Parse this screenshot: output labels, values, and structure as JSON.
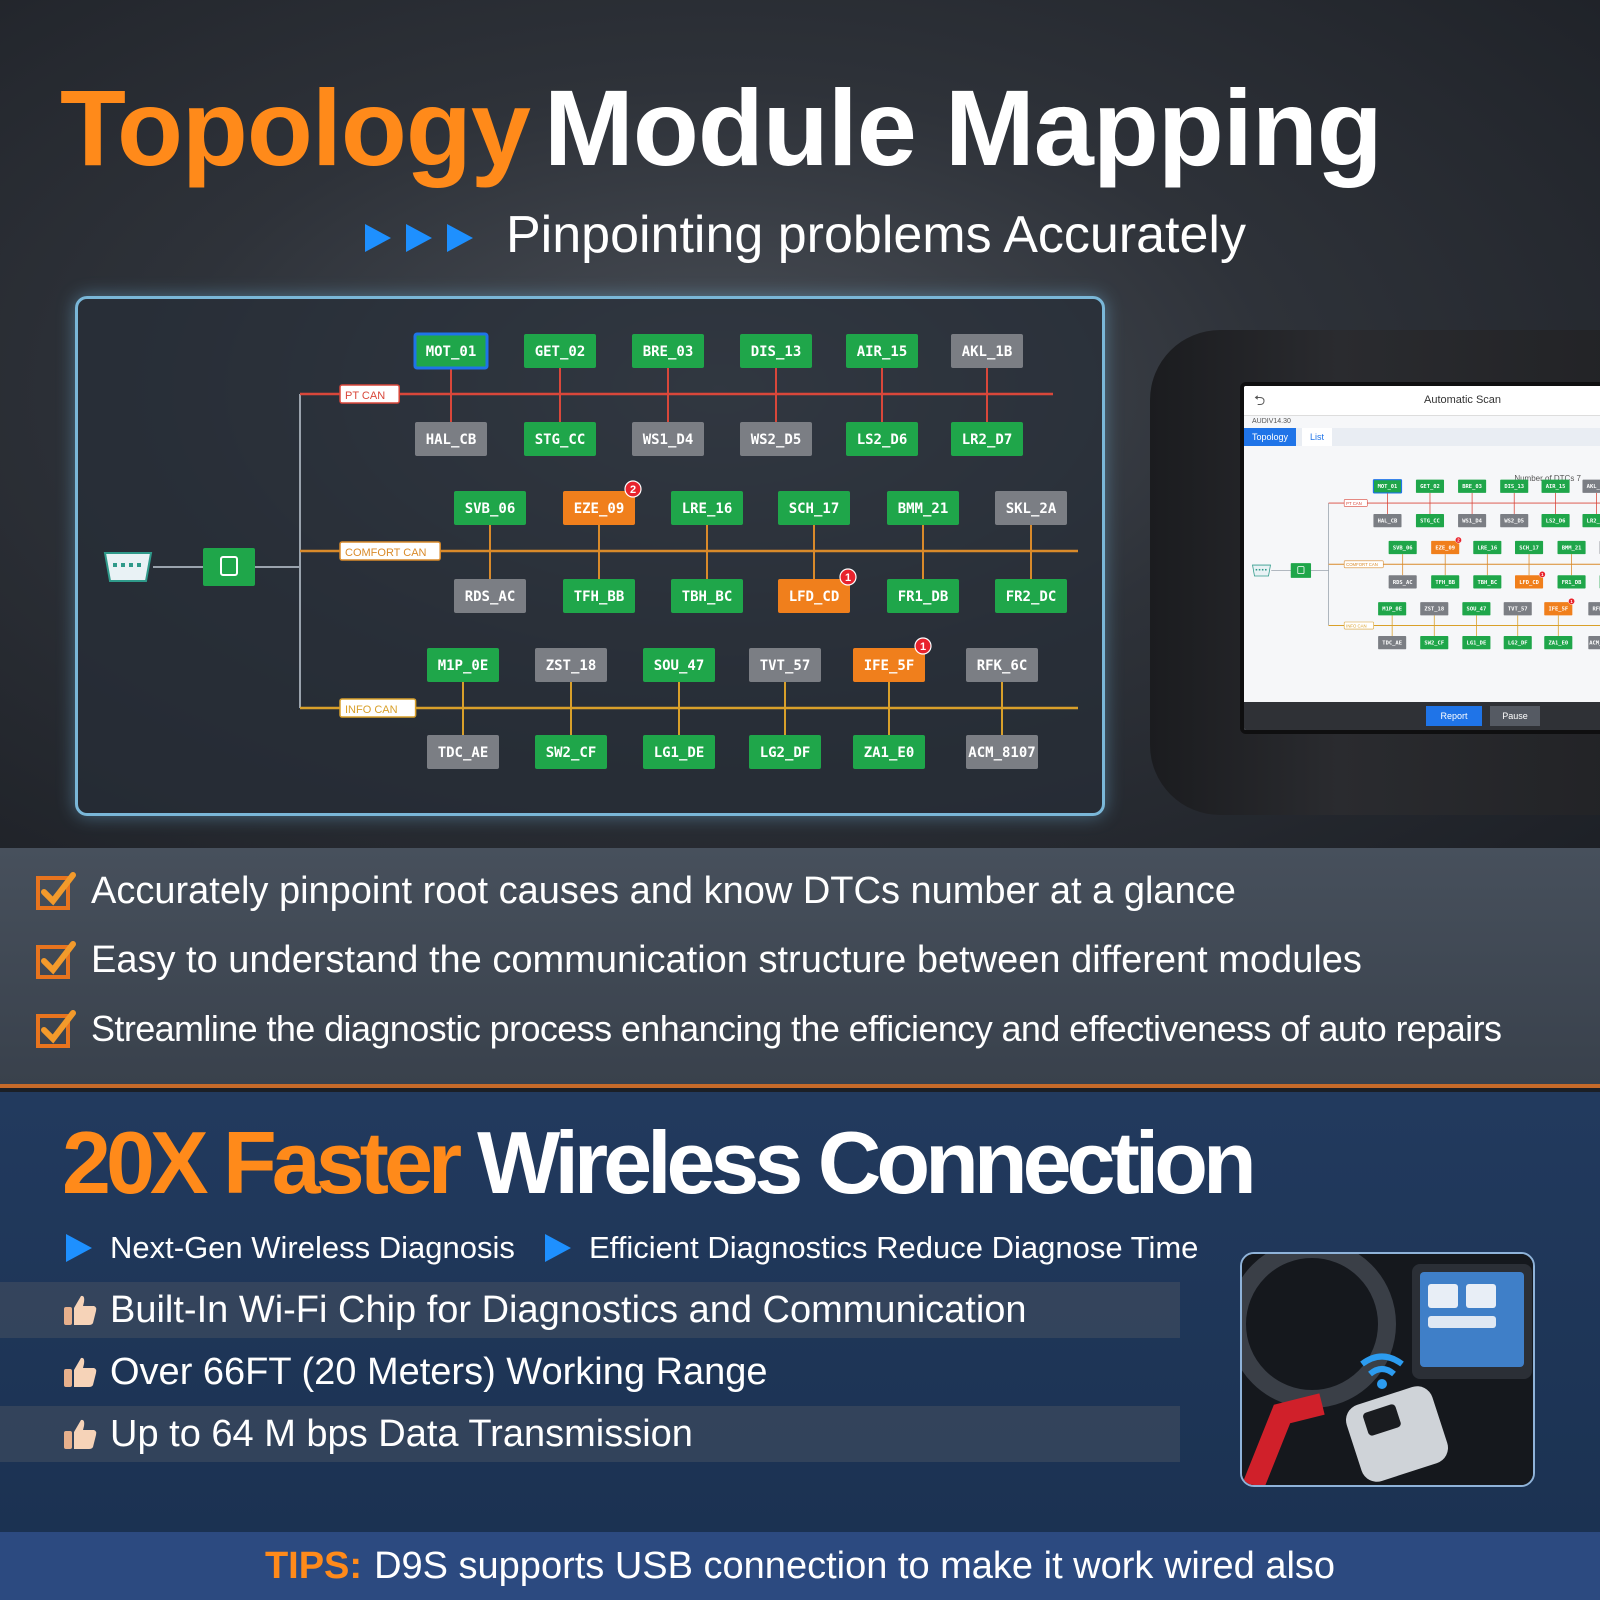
{
  "header": {
    "title_highlight": "Topology",
    "title_rest": "Module Mapping",
    "subtitle": "Pinpointing problems Accurately"
  },
  "topology": {
    "buses": [
      "PT CAN",
      "COMFORT CAN",
      "INFO CAN"
    ],
    "pt_top": [
      {
        "label": "MOT_01",
        "status": "green",
        "selected": true
      },
      {
        "label": "GET_02",
        "status": "green"
      },
      {
        "label": "BRE_03",
        "status": "green"
      },
      {
        "label": "DIS_13",
        "status": "green"
      },
      {
        "label": "AIR_15",
        "status": "green"
      },
      {
        "label": "AKL_1B",
        "status": "gray"
      }
    ],
    "pt_bottom": [
      {
        "label": "HAL_CB",
        "status": "gray"
      },
      {
        "label": "STG_CC",
        "status": "green"
      },
      {
        "label": "WS1_D4",
        "status": "gray"
      },
      {
        "label": "WS2_D5",
        "status": "gray"
      },
      {
        "label": "LS2_D6",
        "status": "green"
      },
      {
        "label": "LR2_D7",
        "status": "green"
      }
    ],
    "comfort_top": [
      {
        "label": "SVB_06",
        "status": "green"
      },
      {
        "label": "EZE_09",
        "status": "orange",
        "dtc": "2"
      },
      {
        "label": "LRE_16",
        "status": "green"
      },
      {
        "label": "SCH_17",
        "status": "green"
      },
      {
        "label": "BMM_21",
        "status": "green"
      },
      {
        "label": "SKL_2A",
        "status": "gray"
      }
    ],
    "comfort_bottom": [
      {
        "label": "RDS_AC",
        "status": "gray"
      },
      {
        "label": "TFH_BB",
        "status": "green"
      },
      {
        "label": "TBH_BC",
        "status": "green"
      },
      {
        "label": "LFD_CD",
        "status": "orange",
        "dtc": "1"
      },
      {
        "label": "FR1_DB",
        "status": "green"
      },
      {
        "label": "FR2_DC",
        "status": "green"
      }
    ],
    "info_top": [
      {
        "label": "M1P_0E",
        "status": "green"
      },
      {
        "label": "ZST_18",
        "status": "gray"
      },
      {
        "label": "SOU_47",
        "status": "green"
      },
      {
        "label": "TVT_57",
        "status": "gray"
      },
      {
        "label": "IFE_5F",
        "status": "orange",
        "dtc": "1"
      },
      {
        "label": "RFK_6C",
        "status": "gray"
      }
    ],
    "info_bottom": [
      {
        "label": "TDC_AE",
        "status": "gray"
      },
      {
        "label": "SW2_CF",
        "status": "green"
      },
      {
        "label": "LG1_DE",
        "status": "green"
      },
      {
        "label": "LG2_DF",
        "status": "green"
      },
      {
        "label": "ZA1_E0",
        "status": "green"
      },
      {
        "label": "ACM_8107",
        "status": "gray"
      }
    ]
  },
  "tablet": {
    "title": "Automatic Scan",
    "vehicle": "AUDIV14.30",
    "tab_topology": "Topology",
    "tab_list": "List",
    "dtc_label": "Number of DTCs 7",
    "report": "Report",
    "pause": "Pause"
  },
  "features": [
    "Accurately pinpoint root causes and know DTCs number at a glance",
    "Easy to understand the communication structure between different modules",
    "Streamline the diagnostic process enhancing the efficiency and effectiveness of auto repairs"
  ],
  "wireless": {
    "title_highlight": "20X Faster",
    "title_rest": "Wireless Connection",
    "point1": "Next-Gen Wireless Diagnosis",
    "point2": "Efficient Diagnostics Reduce Diagnose Time",
    "bullets": [
      "Built-In Wi-Fi Chip for Diagnostics and Communication",
      "Over 66FT (20 Meters) Working Range",
      "Up to 64 M bps Data Transmission"
    ]
  },
  "tips": {
    "label": "TIPS:",
    "text": "D9S supports USB connection to make it work wired also"
  },
  "colors": {
    "accent_orange": "#ff8a1a",
    "module_green": "#1fa64a",
    "module_gray": "#7b7e84",
    "module_orange": "#f07f1c",
    "arrow_blue": "#1e90ff"
  }
}
